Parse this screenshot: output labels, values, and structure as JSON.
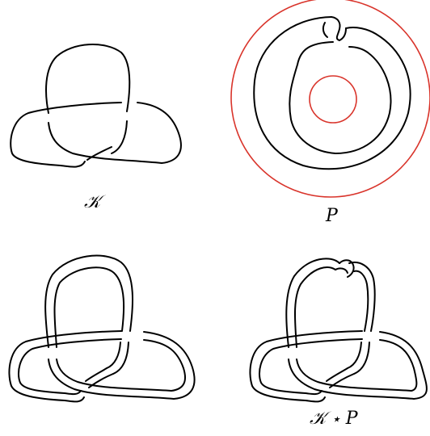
{
  "labels": {
    "k": "𝒦",
    "p": "P",
    "kp": "𝒦 ⋆ P"
  },
  "colors": {
    "knot": "#000000",
    "highlight": "#d9342b"
  }
}
